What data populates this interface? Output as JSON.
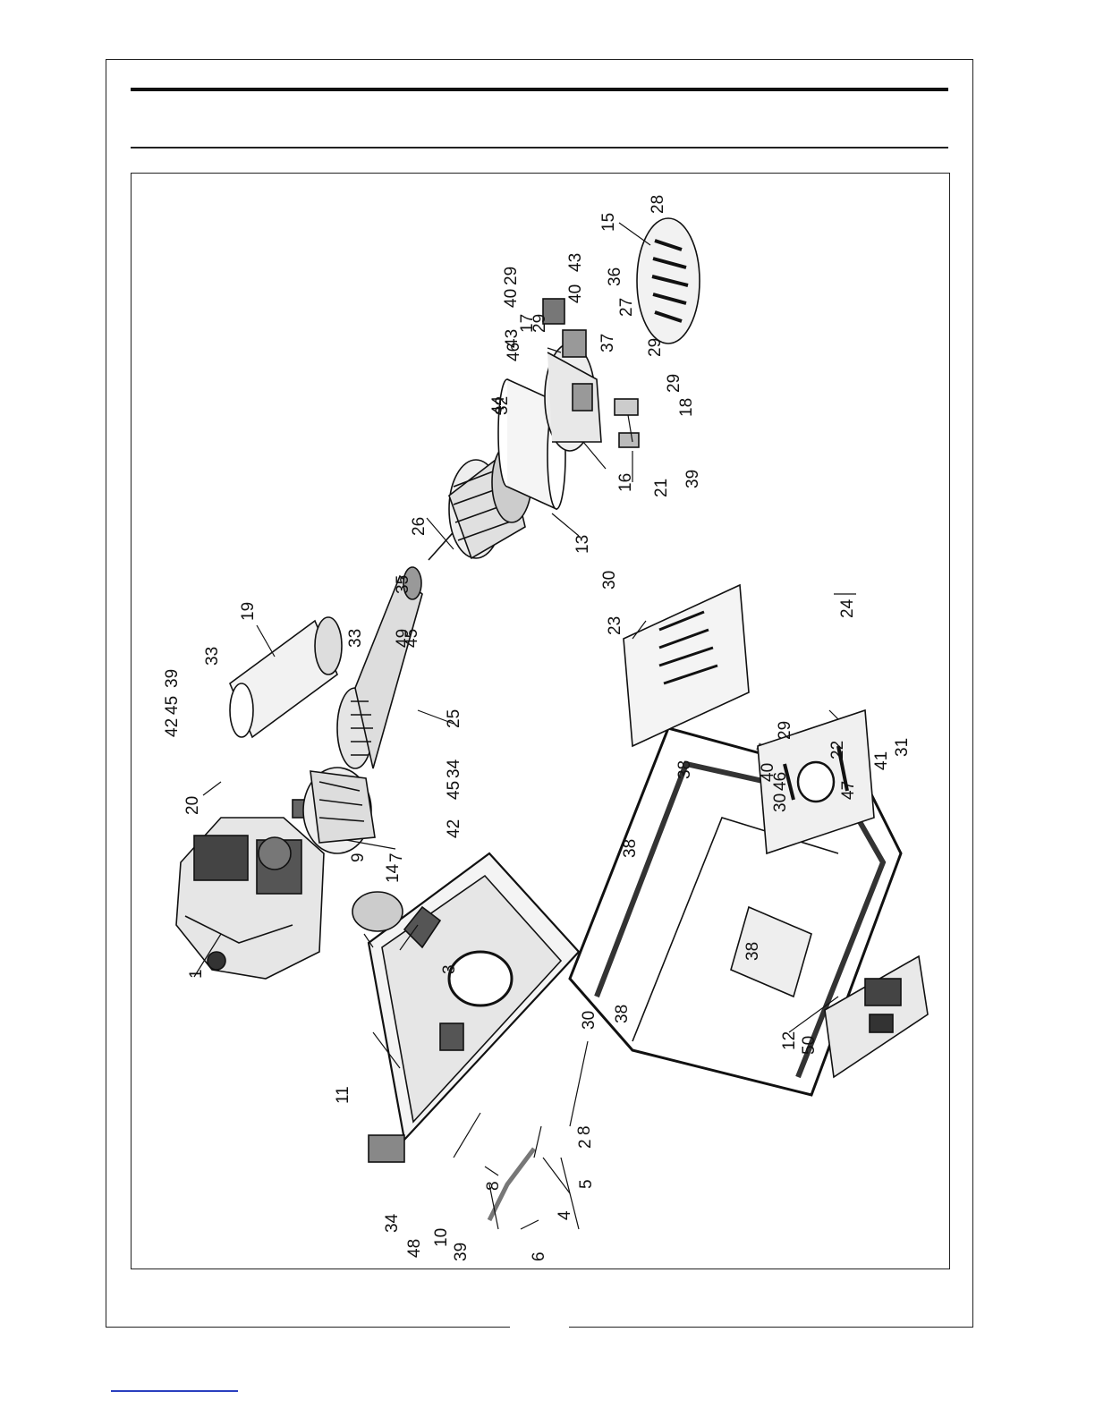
{
  "diagram": {
    "labels": [
      {
        "id": "p1",
        "text": "1"
      },
      {
        "id": "p2",
        "text": "2"
      },
      {
        "id": "p3",
        "text": "3"
      },
      {
        "id": "p4",
        "text": "4"
      },
      {
        "id": "p5",
        "text": "5"
      },
      {
        "id": "p6",
        "text": "6"
      },
      {
        "id": "p7",
        "text": "7"
      },
      {
        "id": "p8a",
        "text": "8"
      },
      {
        "id": "p8b",
        "text": "8"
      },
      {
        "id": "p9",
        "text": "9"
      },
      {
        "id": "p10",
        "text": "10"
      },
      {
        "id": "p11",
        "text": "11"
      },
      {
        "id": "p12",
        "text": "12"
      },
      {
        "id": "p13",
        "text": "13"
      },
      {
        "id": "p14",
        "text": "14"
      },
      {
        "id": "p15",
        "text": "15"
      },
      {
        "id": "p16",
        "text": "16"
      },
      {
        "id": "p17",
        "text": "17"
      },
      {
        "id": "p18",
        "text": "18"
      },
      {
        "id": "p19",
        "text": "19"
      },
      {
        "id": "p20",
        "text": "20"
      },
      {
        "id": "p21",
        "text": "21"
      },
      {
        "id": "p22",
        "text": "22"
      },
      {
        "id": "p23",
        "text": "23"
      },
      {
        "id": "p24",
        "text": "24"
      },
      {
        "id": "p25",
        "text": "25"
      },
      {
        "id": "p26",
        "text": "26"
      },
      {
        "id": "p27",
        "text": "27"
      },
      {
        "id": "p28",
        "text": "28"
      },
      {
        "id": "p29a",
        "text": "29"
      },
      {
        "id": "p29b",
        "text": "29"
      },
      {
        "id": "p29c",
        "text": "29"
      },
      {
        "id": "p29d",
        "text": "29"
      },
      {
        "id": "p29e",
        "text": "29"
      },
      {
        "id": "p30a",
        "text": "30"
      },
      {
        "id": "p30b",
        "text": "30"
      },
      {
        "id": "p30c",
        "text": "30"
      },
      {
        "id": "p31",
        "text": "31"
      },
      {
        "id": "p32",
        "text": "32"
      },
      {
        "id": "p33a",
        "text": "33"
      },
      {
        "id": "p33b",
        "text": "33"
      },
      {
        "id": "p34a",
        "text": "34"
      },
      {
        "id": "p34b",
        "text": "34"
      },
      {
        "id": "p35",
        "text": "35"
      },
      {
        "id": "p36",
        "text": "36"
      },
      {
        "id": "p37",
        "text": "37"
      },
      {
        "id": "p38a",
        "text": "38"
      },
      {
        "id": "p38b",
        "text": "38"
      },
      {
        "id": "p38c",
        "text": "38"
      },
      {
        "id": "p38d",
        "text": "38"
      },
      {
        "id": "p39a",
        "text": "39"
      },
      {
        "id": "p39b",
        "text": "39"
      },
      {
        "id": "p39c",
        "text": "39"
      },
      {
        "id": "p40a",
        "text": "40"
      },
      {
        "id": "p40b",
        "text": "40"
      },
      {
        "id": "p40c",
        "text": "40"
      },
      {
        "id": "p41",
        "text": "41"
      },
      {
        "id": "p42a",
        "text": "42"
      },
      {
        "id": "p42b",
        "text": "42"
      },
      {
        "id": "p43a",
        "text": "43"
      },
      {
        "id": "p43b",
        "text": "43"
      },
      {
        "id": "p44",
        "text": "44"
      },
      {
        "id": "p45a",
        "text": "45"
      },
      {
        "id": "p45b",
        "text": "45"
      },
      {
        "id": "p45c",
        "text": "45"
      },
      {
        "id": "p46a",
        "text": "46"
      },
      {
        "id": "p46b",
        "text": "46"
      },
      {
        "id": "p47",
        "text": "47"
      },
      {
        "id": "p48",
        "text": "48"
      },
      {
        "id": "p49",
        "text": "49"
      },
      {
        "id": "p50",
        "text": "50"
      }
    ]
  },
  "colors": {
    "ink": "#111111",
    "frame": "#222222",
    "link": "#2a3fbf"
  }
}
